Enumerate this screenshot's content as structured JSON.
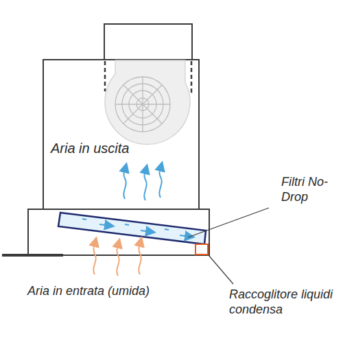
{
  "diagram": {
    "labels": [
      "Aria in uscita",
      "Filtri No-Drop",
      "Aria in entrata (umida)",
      "Raccoglitore liquidi condensa"
    ]
  }
}
